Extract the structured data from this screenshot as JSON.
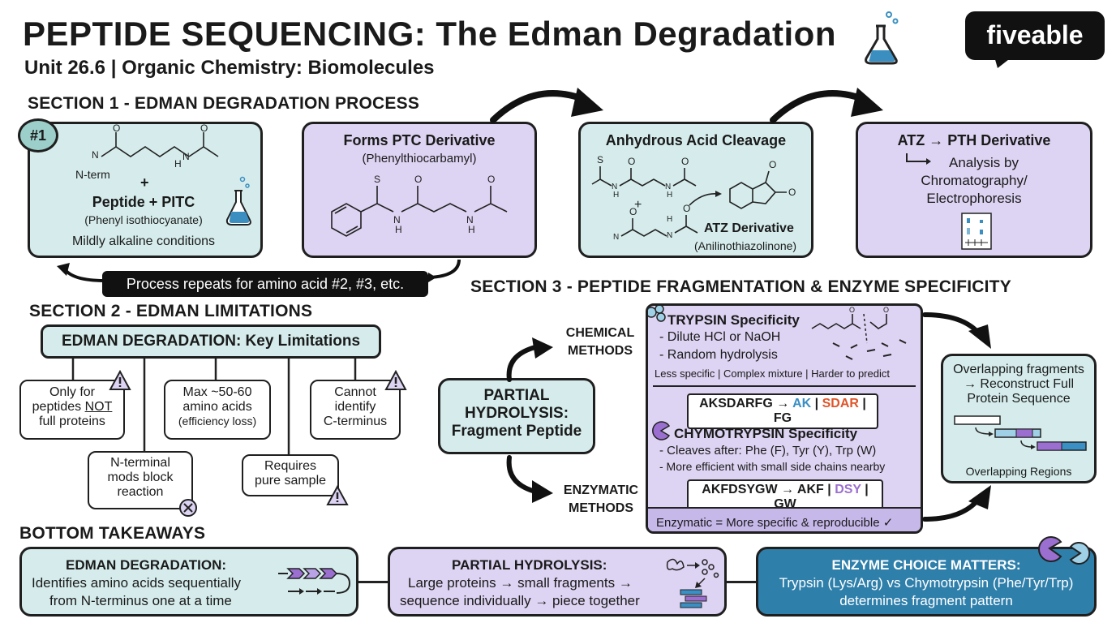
{
  "header": {
    "title": "PEPTIDE SEQUENCING: The Edman Degradation",
    "subtitle": "Unit 26.6 | Organic Chemistry: Biomolecules",
    "logo": "fiveable"
  },
  "section1": {
    "heading": "SECTION 1 - EDMAN DEGRADATION PROCESS",
    "badge": "#1",
    "step1": {
      "nterm": "N-term",
      "plus": "+",
      "title": "Peptide + PITC",
      "subtitle": "(Phenyl isothiocyanate)",
      "conditions": "Mildly alkaline conditions"
    },
    "step2": {
      "title": "Forms PTC Derivative",
      "subtitle": "(Phenylthiocarbamyl)"
    },
    "step3": {
      "title": "Anhydrous Acid Cleavage",
      "plus": "+",
      "product": "ATZ Derivative",
      "product_sub": "(Anilinothiazolinone)"
    },
    "step4": {
      "title": "ATZ → PTH Derivative",
      "line1": "Analysis by",
      "line2": "Chromatography/",
      "line3": "Electrophoresis"
    },
    "repeat": "Process repeats for amino acid #2, #3, etc."
  },
  "section2": {
    "heading": "SECTION 2 - EDMAN LIMITATIONS",
    "main": "EDMAN DEGRADATION: Key Limitations",
    "lim1": [
      "Only for",
      "peptides NOT",
      "full proteins"
    ],
    "lim2": [
      "Max ~50-60",
      "amino acids",
      "(efficiency loss)"
    ],
    "lim3": [
      "Cannot",
      "identify",
      "C-terminus"
    ],
    "lim4": [
      "N-terminal",
      "mods block",
      "reaction"
    ],
    "lim5": [
      "Requires",
      "pure sample"
    ]
  },
  "section3": {
    "heading": "SECTION 3 - PEPTIDE FRAGMENTATION & ENZYME SPECIFICITY",
    "partial": [
      "PARTIAL",
      "HYDROLYSIS:",
      "Fragment Peptide"
    ],
    "chemical": [
      "CHEMICAL",
      "METHODS"
    ],
    "enzymatic": [
      "ENZYMATIC",
      "METHODS"
    ],
    "trypsin": {
      "title": "TRYPSIN Specificity",
      "b1": "- Dilute HCl or NaOH",
      "b2": "- Random hydrolysis",
      "note": "Less specific | Complex mixture | Harder to predict",
      "seq_in": "AKSDARFG",
      "arrow": "→",
      "seq_out_a": "AK",
      "seq_out_b": "SDAR",
      "seq_out_c": "FG",
      "sep": "|"
    },
    "chymotrypsin": {
      "title": "CHYMOTRYPSIN Specificity",
      "b1": "- Cleaves after: Phe (F), Tyr (Y), Trp (W)",
      "b2": "- More efficient with small side chains nearby",
      "seq_in": "AKFDSYGW",
      "arrow": "→",
      "seq_out_a": "AKF",
      "seq_out_b": "DSY",
      "seq_out_c": "GW",
      "sep": "|"
    },
    "footer": "Enzymatic = More specific & reproducible ✓",
    "overlap": {
      "l1": "Overlapping fragments",
      "l2": "→ Reconstruct Full",
      "l3": "Protein Sequence",
      "caption": "Overlapping Regions"
    }
  },
  "takeaways": {
    "heading": "BOTTOM TAKEAWAYS",
    "t1": {
      "title": "EDMAN DEGRADATION:",
      "l1": "Identifies amino acids sequentially",
      "l2": "from N-terminus one at a time"
    },
    "t2": {
      "title": "PARTIAL HYDROLYSIS:",
      "l1": "Large proteins → small fragments →",
      "l2": "sequence individually → piece together"
    },
    "t3": {
      "title": "ENZYME CHOICE MATTERS:",
      "l1": "Trypsin (Lys/Arg) vs Chymotrypsin (Phe/Tyr/Trp)",
      "l2": "determines fragment pattern"
    }
  },
  "colors": {
    "teal_box": "#d6ecec",
    "lavender_box": "#ddd3f2",
    "blue_box": "#2f7fab",
    "highlight_red": "#e0552a",
    "highlight_blue": "#3a8fc4",
    "highlight_purple": "#9b6fd0"
  },
  "icons": [
    "flask-icon",
    "warning-icon",
    "cancel-icon",
    "pacman-enzyme-icon",
    "bacteria-icon",
    "chromatography-plate-icon"
  ]
}
